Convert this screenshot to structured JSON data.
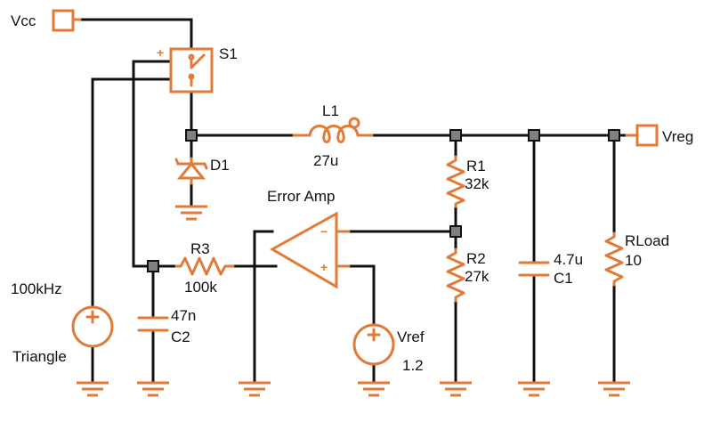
{
  "colors": {
    "component": "#e07b39",
    "wire": "#111111",
    "node": "#808080",
    "background": "#ffffff"
  },
  "labels": {
    "vcc": "Vcc",
    "s1": "S1",
    "l1_name": "L1",
    "l1_value": "27u",
    "d1": "D1",
    "vreg": "Vreg",
    "r1_name": "R1",
    "r1_value": "32k",
    "error_amp": "Error Amp",
    "r3_name": "R3",
    "r3_value": "100k",
    "r2_name": "R2",
    "r2_value": "27k",
    "c1_value": "4.7u",
    "c1_name": "C1",
    "rload_name": "RLoad",
    "rload_value": "10",
    "freq": "100kHz",
    "triangle": "Triangle",
    "c2_value": "47n",
    "c2_name": "C2",
    "vref_name": "Vref",
    "vref_value": "1.2"
  },
  "symbols": {
    "plus": "+",
    "minus": "−"
  }
}
